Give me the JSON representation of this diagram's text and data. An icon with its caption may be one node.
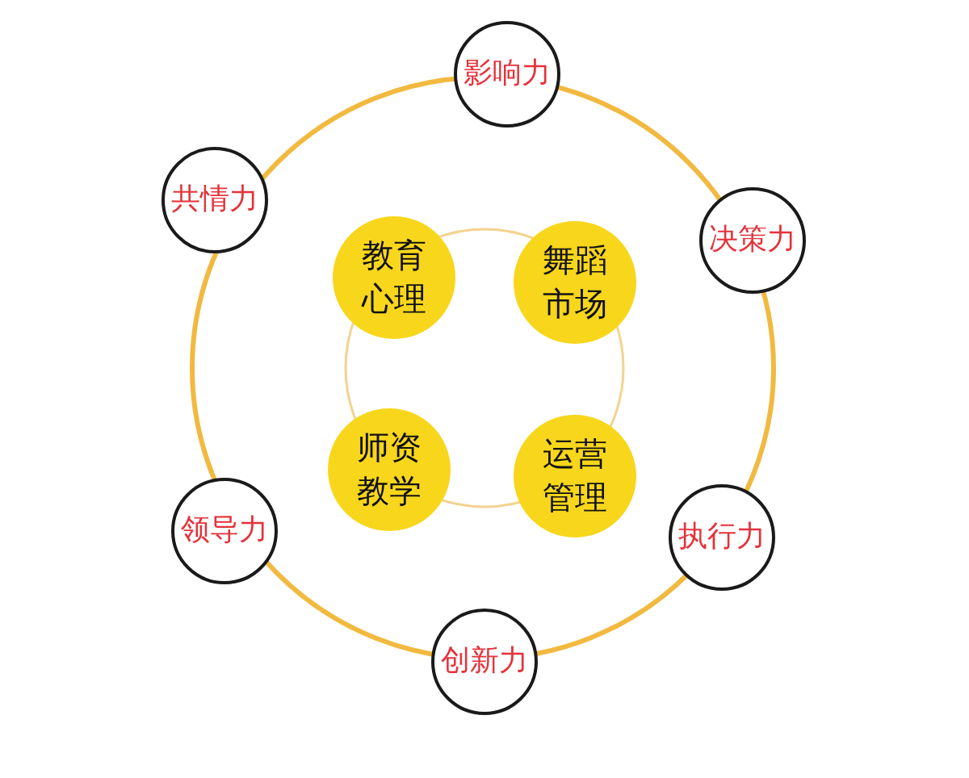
{
  "diagram": {
    "nodes": [
      {
        "text": [
          "影响力"
        ]
      },
      {
        "text": [
          "共情力"
        ]
      },
      {
        "text": [
          "决策力"
        ]
      },
      {
        "text": [
          "教育心理"
        ]
      },
      {
        "text": [
          "舞蹈市场"
        ]
      },
      {
        "text": [
          "师资教学"
        ]
      },
      {
        "text": [
          "运营管理"
        ]
      },
      {
        "text": [
          "领导力"
        ]
      },
      {
        "text": [
          "执行力"
        ]
      },
      {
        "text": [
          "创新力"
        ]
      }
    ]
  }
}
